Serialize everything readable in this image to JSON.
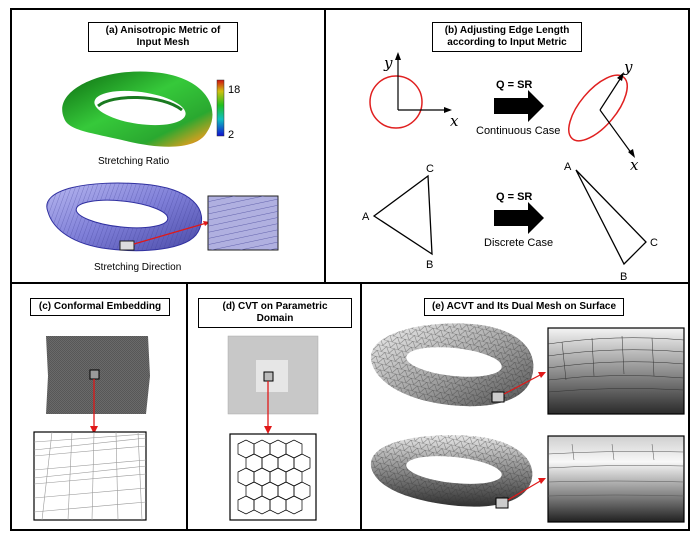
{
  "panels": {
    "a": {
      "title_line1": "(a) Anisotropic Metric of",
      "title_line2": "Input Mesh",
      "colorbar_max": "18",
      "colorbar_min": "2",
      "caption_ratio": "Stretching Ratio",
      "caption_direction": "Stretching Direction"
    },
    "b": {
      "title_line1": "(b) Adjusting Edge Length",
      "title_line2": "according to Input Metric",
      "formula_top": "Q = SR",
      "caption_continuous": "Continuous Case",
      "formula_bottom": "Q = SR",
      "caption_discrete": "Discrete Case",
      "axis_x": "x",
      "axis_y": "y",
      "vertex_a": "A",
      "vertex_b": "B",
      "vertex_c": "C"
    },
    "c": {
      "title": "(c) Conformal Embedding"
    },
    "d": {
      "title": "(d) CVT on Parametric Domain"
    },
    "e": {
      "title": "(e) ACVT and Its Dual Mesh on Surface"
    }
  },
  "colors": {
    "arrow_red": "#e01818",
    "circle_red": "#e02020",
    "torus_blue": "#8a8ad8",
    "colorbar": [
      "#1010d0",
      "#10c0c0",
      "#20c020",
      "#d0c010",
      "#d01010"
    ]
  }
}
